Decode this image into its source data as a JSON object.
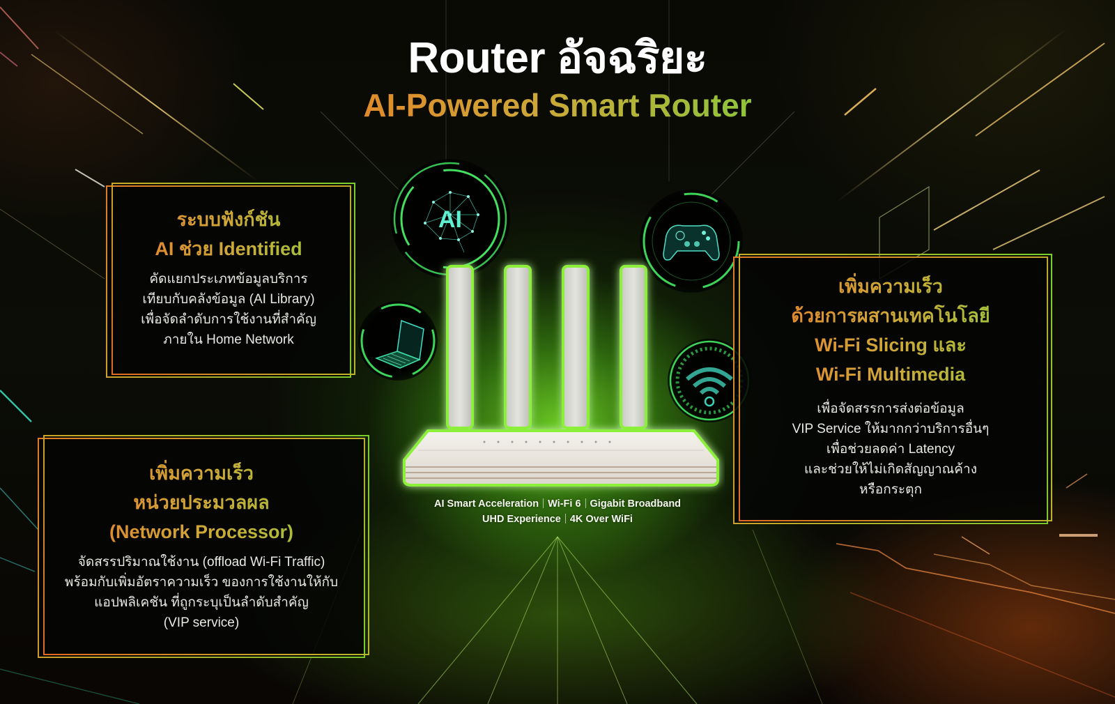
{
  "header": {
    "title": "Router อัจฉริยะ",
    "subtitle": "AI-Powered Smart Router"
  },
  "cards": {
    "ai_identified": {
      "heading": [
        "ระบบฟังก์ชัน",
        "AI ช่วย Identified"
      ],
      "body": [
        "คัดแยกประเภทข้อมูลบริการ",
        "เทียบกับคลังข้อมูล (AI Library)",
        "เพื่อจัดลำดับการใช้งานที่สำคัญ",
        "ภายใน Home Network"
      ]
    },
    "network_processor": {
      "heading": [
        "เพิ่มความเร็ว",
        "หน่วยประมวลผล",
        "(Network Processor)"
      ],
      "body": [
        "จัดสรรปริมาณใช้งาน (offload Wi-Fi Traffic)",
        "พร้อมกับเพิ่มอัตราความเร็ว ของการใช้งานให้กับ",
        "แอปพลิเคชัน ที่ถูกระบุเป็นลำดับสำคัญ",
        "(VIP service)"
      ]
    },
    "wifi_slicing": {
      "heading": [
        "เพิ่มความเร็ว",
        "ด้วยการผสานเทคโนโลยี",
        "Wi-Fi Slicing และ",
        "Wi-Fi Multimedia"
      ],
      "body": [
        "เพื่อจัดสรรการส่งต่อข้อมูล",
        "VIP Service ให้มากกว่าบริการอื่นๆ",
        "เพื่อช่วยลดค่า Latency",
        "และช่วยให้ไม่เกิดสัญญาณค้าง",
        "หรือกระตุก"
      ]
    }
  },
  "icons": {
    "ai_brain": {
      "label": "AI"
    },
    "gamepad": {
      "label": ""
    },
    "laptop": {
      "label": ""
    },
    "wifi": {
      "label": ""
    }
  },
  "features": {
    "row1": [
      "AI Smart Acceleration",
      "Wi-Fi 6",
      "Gigabit Broadband"
    ],
    "row2": [
      "UHD Experience",
      "4K Over WiFi"
    ]
  },
  "colors": {
    "accent_orange": "#e87a2a",
    "accent_gold": "#d0a838",
    "accent_green": "#8fcc3a",
    "glow_green": "#7be22e",
    "icon_cyan": "#3fe0c8"
  }
}
